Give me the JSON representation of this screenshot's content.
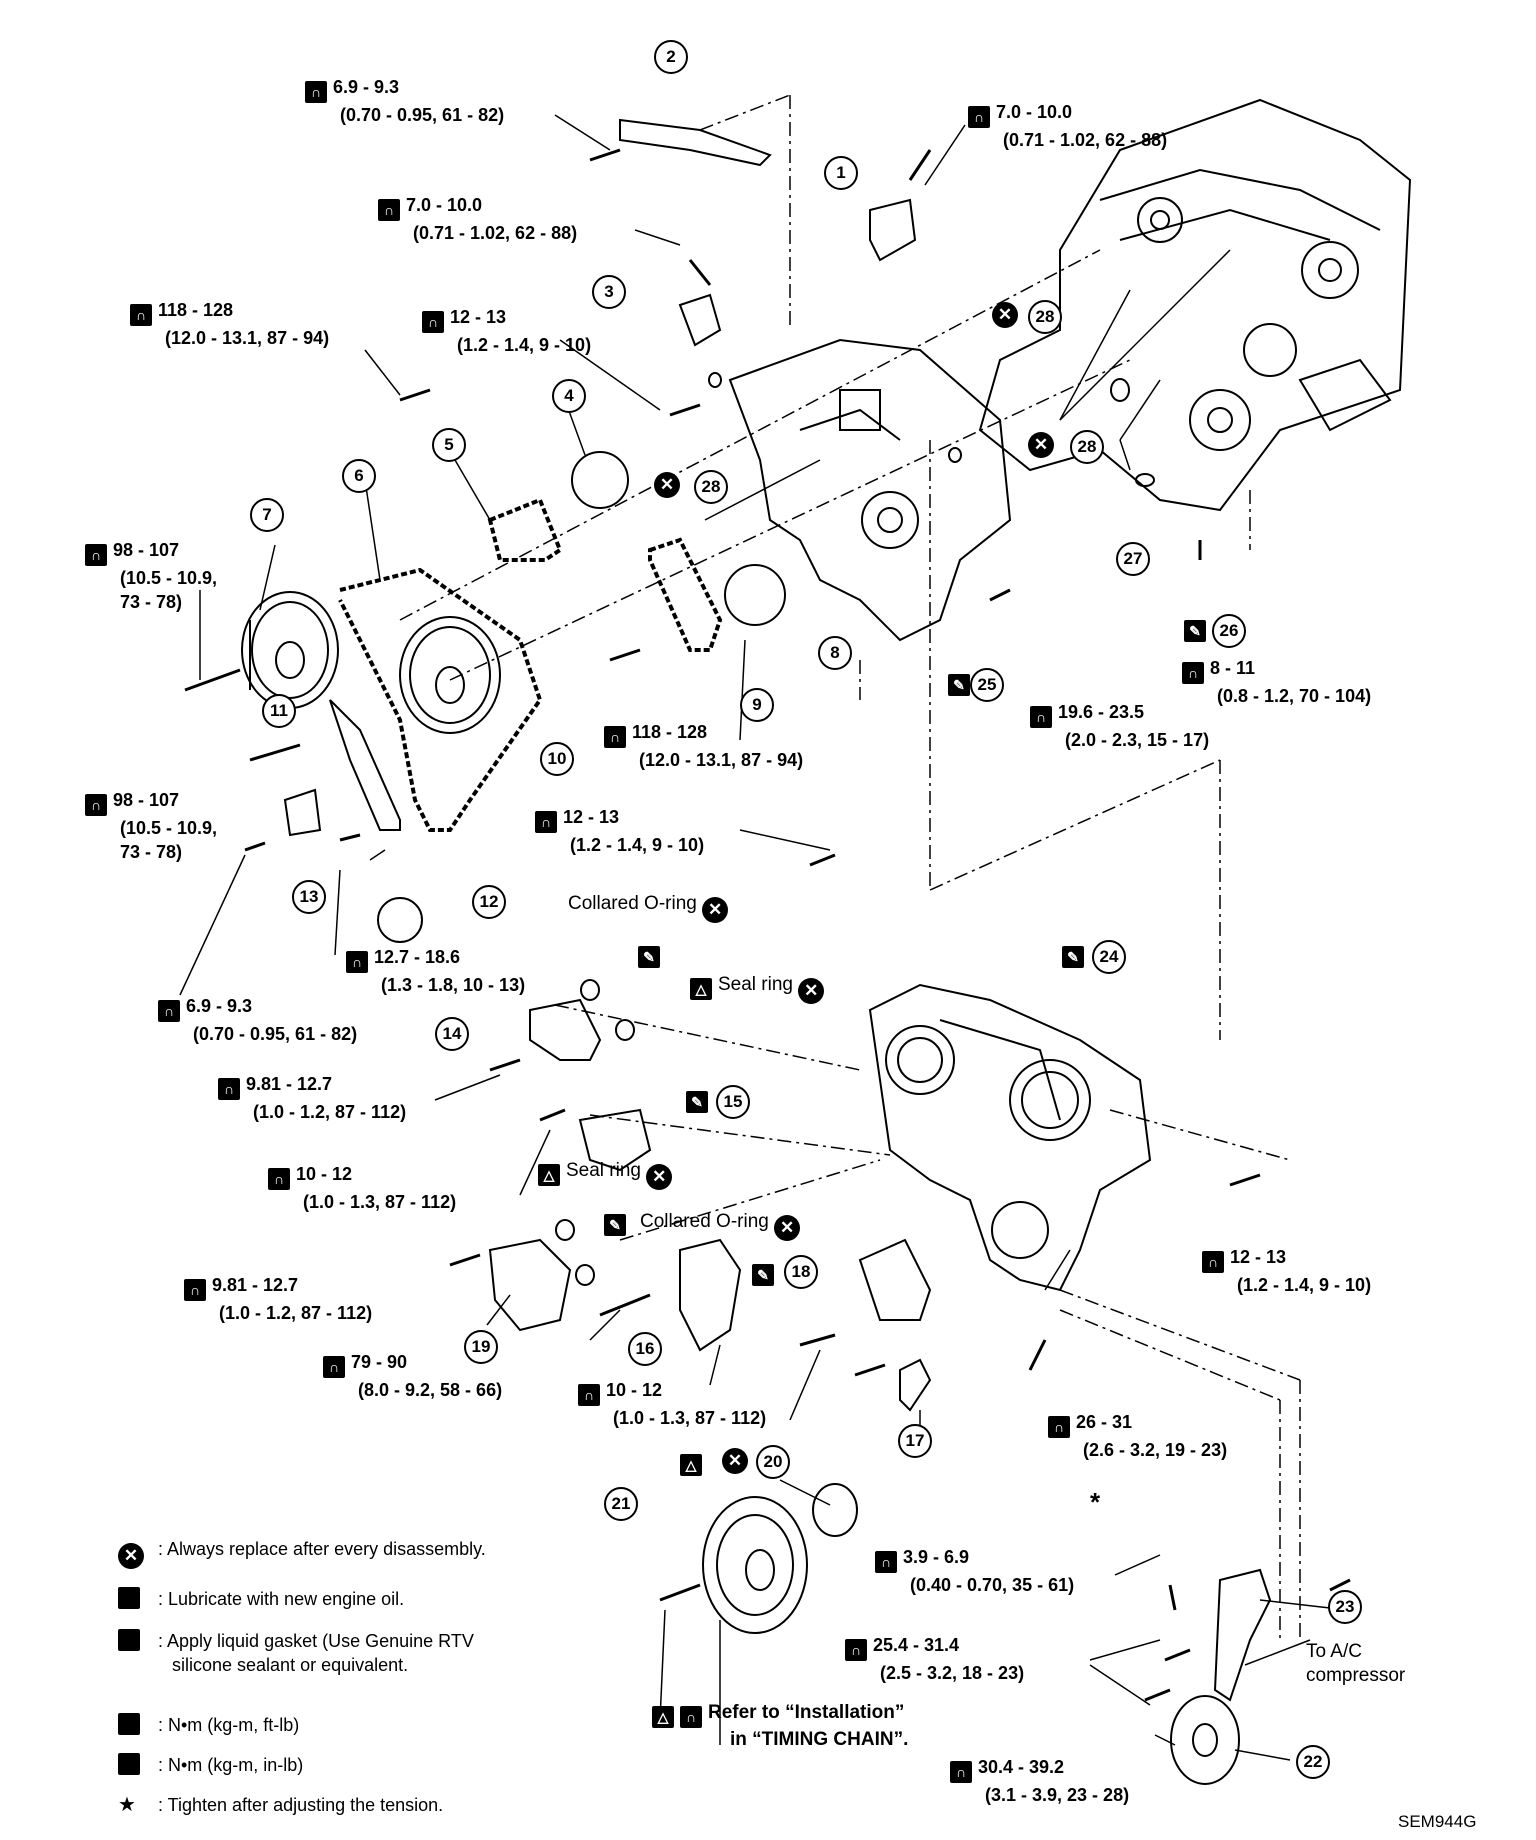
{
  "callouts": {
    "c1": "1",
    "c2": "2",
    "c3": "3",
    "c4": "4",
    "c5": "5",
    "c6": "6",
    "c7": "7",
    "c8": "8",
    "c9": "9",
    "c10": "10",
    "c11": "11",
    "c12": "12",
    "c13": "13",
    "c14": "14",
    "c15": "15",
    "c16": "16",
    "c17": "17",
    "c18": "18",
    "c19": "19",
    "c20": "20",
    "c21": "21",
    "c22": "22",
    "c23": "23",
    "c24": "24",
    "c25": "25",
    "c26": "26",
    "c27": "27",
    "c28a": "28",
    "c28b": "28",
    "c28c": "28"
  },
  "torques": {
    "t1": [
      "6.9 - 9.3",
      "(0.70 - 0.95, 61 - 82)"
    ],
    "t2": [
      "7.0 - 10.0",
      "(0.71 - 1.02, 62 - 88)"
    ],
    "t3": [
      "7.0 - 10.0",
      "(0.71 - 1.02, 62 - 88)"
    ],
    "t4": [
      "118 - 128",
      "(12.0 - 13.1, 87 - 94)"
    ],
    "t5": [
      "12 - 13",
      "(1.2 - 1.4, 9 - 10)"
    ],
    "t6": [
      "98 - 107",
      "(10.5 - 10.9,",
      "73 - 78)"
    ],
    "t7": [
      "98 - 107",
      "(10.5 - 10.9,",
      "73 - 78)"
    ],
    "t8": [
      "118 - 128",
      "(12.0 - 13.1, 87 - 94)"
    ],
    "t9": [
      "12 - 13",
      "(1.2 - 1.4, 9 - 10)"
    ],
    "t10": [
      "19.6 - 23.5",
      "(2.0 - 2.3, 15 - 17)"
    ],
    "t11": [
      "8 - 11",
      "(0.8 - 1.2, 70 - 104)"
    ],
    "t12": [
      "12.7 - 18.6",
      "(1.3 - 1.8, 10 - 13)"
    ],
    "t13": [
      "6.9 - 9.3",
      "(0.70 - 0.95, 61 - 82)"
    ],
    "t14": [
      "9.81 - 12.7",
      "(1.0 - 1.2, 87 - 112)"
    ],
    "t15": [
      "10 - 12",
      "(1.0 - 1.3, 87 - 112)"
    ],
    "t16": [
      "9.81 - 12.7",
      "(1.0 - 1.2, 87 - 112)"
    ],
    "t17": [
      "79 - 90",
      "(8.0 - 9.2, 58 - 66)"
    ],
    "t18": [
      "10 - 12",
      "(1.0 - 1.3, 87 - 112)"
    ],
    "t19": [
      "26 - 31",
      "(2.6 - 3.2, 19 - 23)"
    ],
    "t20": [
      "12 - 13",
      "(1.2 - 1.4, 9 - 10)"
    ],
    "t21": [
      "3.9 - 6.9",
      "(0.40 - 0.70, 35 - 61)"
    ],
    "t22": [
      "25.4 - 31.4",
      "(2.5 - 3.2, 18 - 23)"
    ],
    "t23": [
      "30.4 - 39.2",
      "(3.1 - 3.9, 23 - 28)"
    ]
  },
  "notes": {
    "collared_oring_1": "Collared O-ring",
    "seal_ring_1": "Seal ring",
    "seal_ring_2": "Seal ring",
    "collared_oring_2": "Collared O-ring",
    "refer_line1": "Refer to “Installation”",
    "refer_line2": "in “TIMING CHAIN”.",
    "to_ac_line1": "To A/C",
    "to_ac_line2": "compressor",
    "star": "*"
  },
  "legend": {
    "replace": ": Always replace after every disassembly.",
    "lubricate": ": Lubricate with new engine oil.",
    "gasket_line1": ": Apply liquid gasket (Use Genuine RTV",
    "gasket_line2": "silicone sealant or equivalent.",
    "nm_ftlb": ": N•m (kg-m, ft-lb)",
    "nm_inlb": ": N•m (kg-m, in-lb)",
    "star_key": "★",
    "tighten": ": Tighten after adjusting the tension."
  },
  "figure_code": "SEM944G"
}
